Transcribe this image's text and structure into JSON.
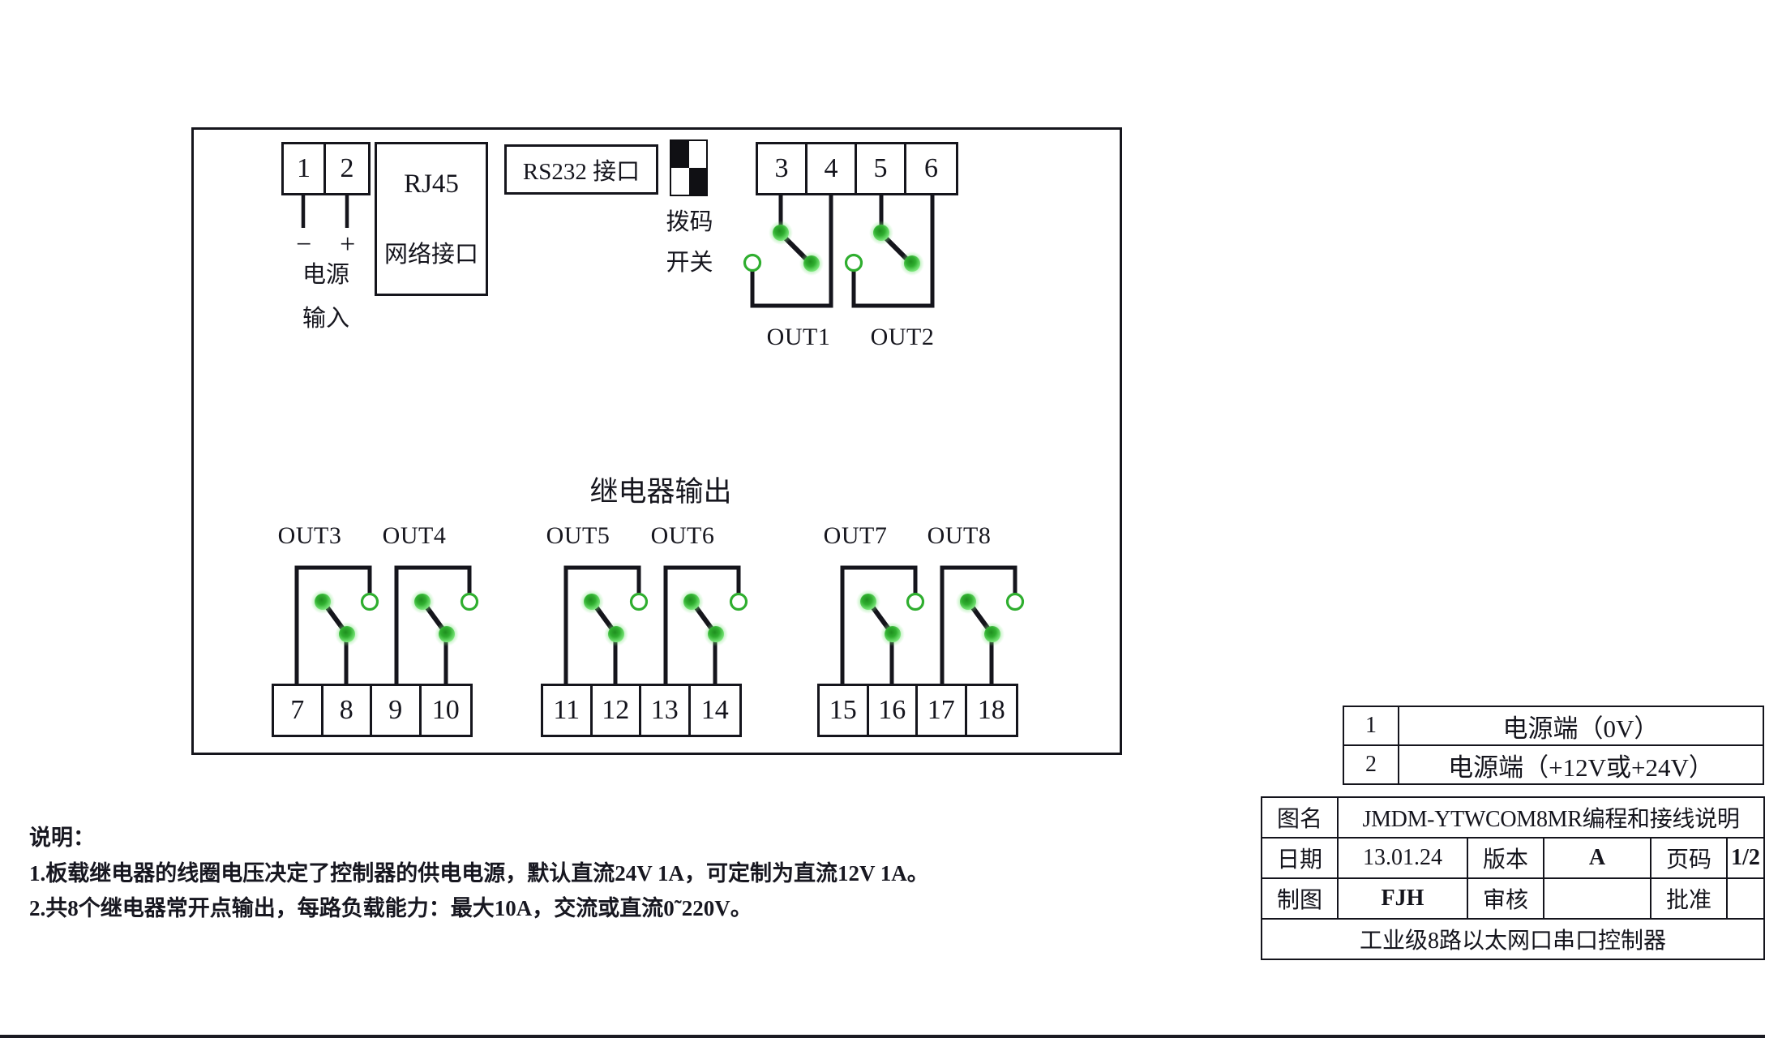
{
  "diagram": {
    "device": {
      "power_terminals": [
        "1",
        "2"
      ],
      "power_polarity": [
        "−",
        "+"
      ],
      "power_label_line1": "电源",
      "power_label_line2": "输入",
      "rj45": {
        "line1": "RJ45",
        "line2": "网络接口"
      },
      "rs232": {
        "label": "RS232  接口"
      },
      "dip_switch": {
        "label_line1": "拨码",
        "label_line2": "开关",
        "cells": [
          "on",
          "off",
          "off",
          "on"
        ]
      },
      "relay_section_title": "继电器输出",
      "relays_top": [
        {
          "name": "OUT1",
          "terminals": [
            "3",
            "4"
          ]
        },
        {
          "name": "OUT2",
          "terminals": [
            "5",
            "6"
          ]
        }
      ],
      "relays_bottom_left": [
        {
          "name": "OUT3",
          "terminals": [
            "7",
            "8"
          ]
        },
        {
          "name": "OUT4",
          "terminals": [
            "9",
            "10"
          ]
        }
      ],
      "relays_bottom_mid": [
        {
          "name": "OUT5",
          "terminals": [
            "11",
            "12"
          ]
        },
        {
          "name": "OUT6",
          "terminals": [
            "13",
            "14"
          ]
        }
      ],
      "relays_bottom_right": [
        {
          "name": "OUT7",
          "terminals": [
            "15",
            "16"
          ]
        },
        {
          "name": "OUT8",
          "terminals": [
            "17",
            "18"
          ]
        }
      ]
    },
    "notes": {
      "heading": "说明：",
      "items": [
        "1.板载继电器的线圈电压决定了控制器的供电电源，默认直流24V 1A，可定制为直流12V 1A。",
        "2.共8个继电器常开点输出，每路负载能力：最大10A，交流或直流0˜220V。"
      ]
    },
    "title_block": {
      "power_rows": [
        {
          "index": "1",
          "desc": "电源端（0V）"
        },
        {
          "index": "2",
          "desc": "电源端（+12V或+24V）"
        }
      ],
      "drawing_name_label": "图名",
      "drawing_name_value": "JMDM-YTWCOM8MR编程和接线说明",
      "date_label": "日期",
      "date_value": "13.01.24",
      "version_label": "版本",
      "version_value": "A",
      "page_label": "页码",
      "page_value": "1/2",
      "drawn_label": "制图",
      "drawn_value": "FJH",
      "checked_label": "审核",
      "checked_value": "",
      "approved_label": "批准",
      "approved_value": "",
      "product_title": "工业级8路以太网口串口控制器"
    },
    "colors": {
      "line": "#15151c",
      "contact_green": "#26a826",
      "contact_green_light": "#57d957",
      "ink": "#14141c"
    }
  }
}
